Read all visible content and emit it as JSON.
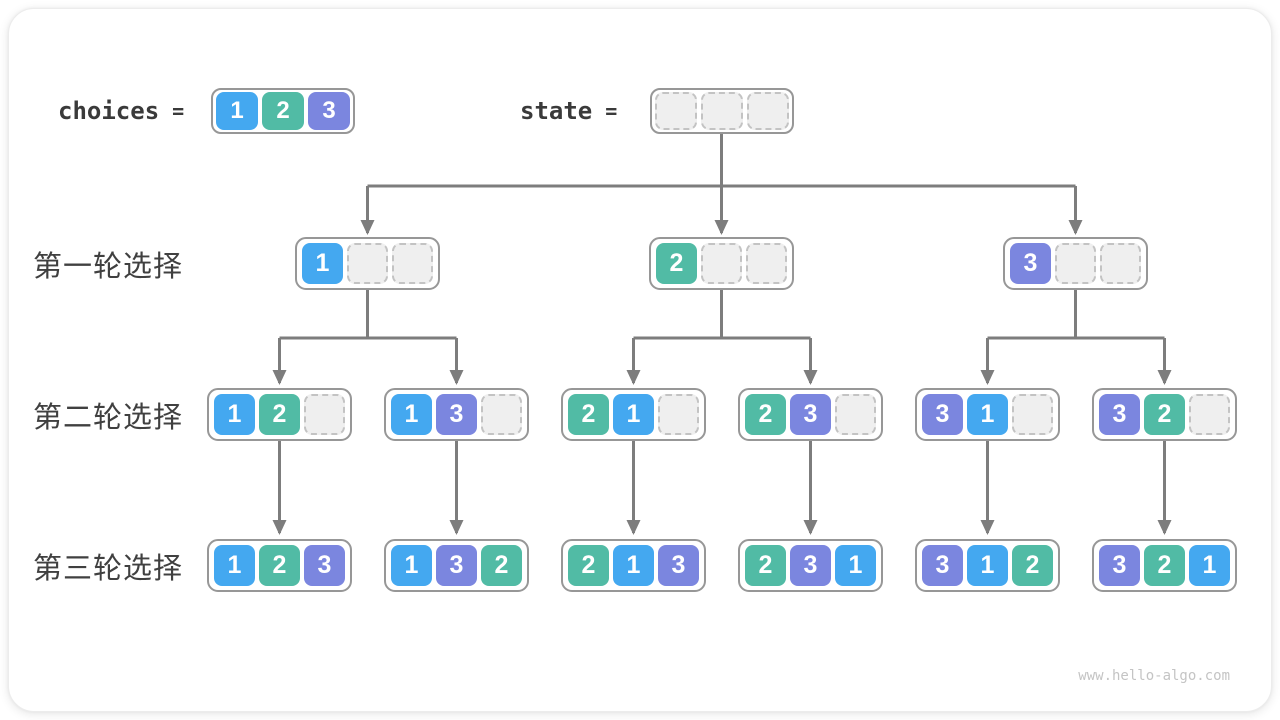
{
  "colors": {
    "value1": "#44A8F0",
    "value2": "#51BBA5",
    "value3": "#7B86DF"
  },
  "arrow_color": "#7d7d7d",
  "header": {
    "choices_label": "choices",
    "choices_equals": "=",
    "choices_values": [
      1,
      2,
      3
    ],
    "state_label": "state",
    "state_equals": "=",
    "state_values": [
      null,
      null,
      null
    ]
  },
  "rows": [
    {
      "label": "第一轮选择",
      "nodes": [
        [
          1,
          null,
          null
        ],
        [
          2,
          null,
          null
        ],
        [
          3,
          null,
          null
        ]
      ]
    },
    {
      "label": "第二轮选择",
      "nodes": [
        [
          1,
          2,
          null
        ],
        [
          1,
          3,
          null
        ],
        [
          2,
          1,
          null
        ],
        [
          2,
          3,
          null
        ],
        [
          3,
          1,
          null
        ],
        [
          3,
          2,
          null
        ]
      ]
    },
    {
      "label": "第三轮选择",
      "nodes": [
        [
          1,
          2,
          3
        ],
        [
          1,
          3,
          2
        ],
        [
          2,
          1,
          3
        ],
        [
          2,
          3,
          1
        ],
        [
          3,
          1,
          2
        ],
        [
          3,
          2,
          1
        ]
      ]
    }
  ],
  "watermark": "www.hello-algo.com"
}
